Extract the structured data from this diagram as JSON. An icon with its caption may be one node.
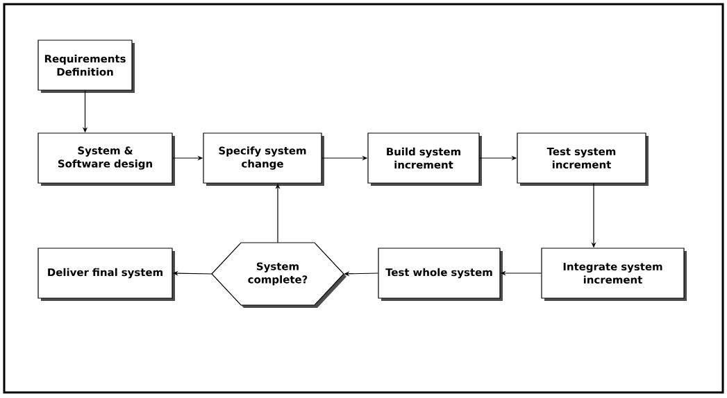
{
  "diagram": {
    "nodes": [
      {
        "text": [
          "Requirements Definition"
        ]
      },
      {
        "text": [
          "System & Software design"
        ]
      },
      {
        "text": [
          "Specify system change"
        ]
      },
      {
        "text": [
          "Build system increment"
        ]
      },
      {
        "text": [
          "Test system increment"
        ]
      },
      {
        "text": [
          "Integrate system increment"
        ]
      },
      {
        "text": [
          "Test whole system"
        ]
      },
      {
        "text": [
          "System complete?"
        ]
      },
      {
        "text": [
          "Deliver final system"
        ]
      }
    ],
    "edges": [
      {
        "from": 0,
        "to": 1,
        "arrow": "to"
      },
      {
        "from": 1,
        "to": 2,
        "arrow": "to"
      },
      {
        "from": 2,
        "to": 3,
        "arrow": "to"
      },
      {
        "from": 3,
        "to": 4,
        "arrow": "to"
      },
      {
        "from": 4,
        "to": 5,
        "arrow": "to"
      },
      {
        "from": 5,
        "to": 6,
        "arrow": "to"
      },
      {
        "from": 6,
        "to": 7,
        "arrow": "to"
      },
      {
        "from": 7,
        "to": 2,
        "arrow": "to"
      },
      {
        "from": 7,
        "to": 8,
        "arrow": "to"
      }
    ]
  }
}
